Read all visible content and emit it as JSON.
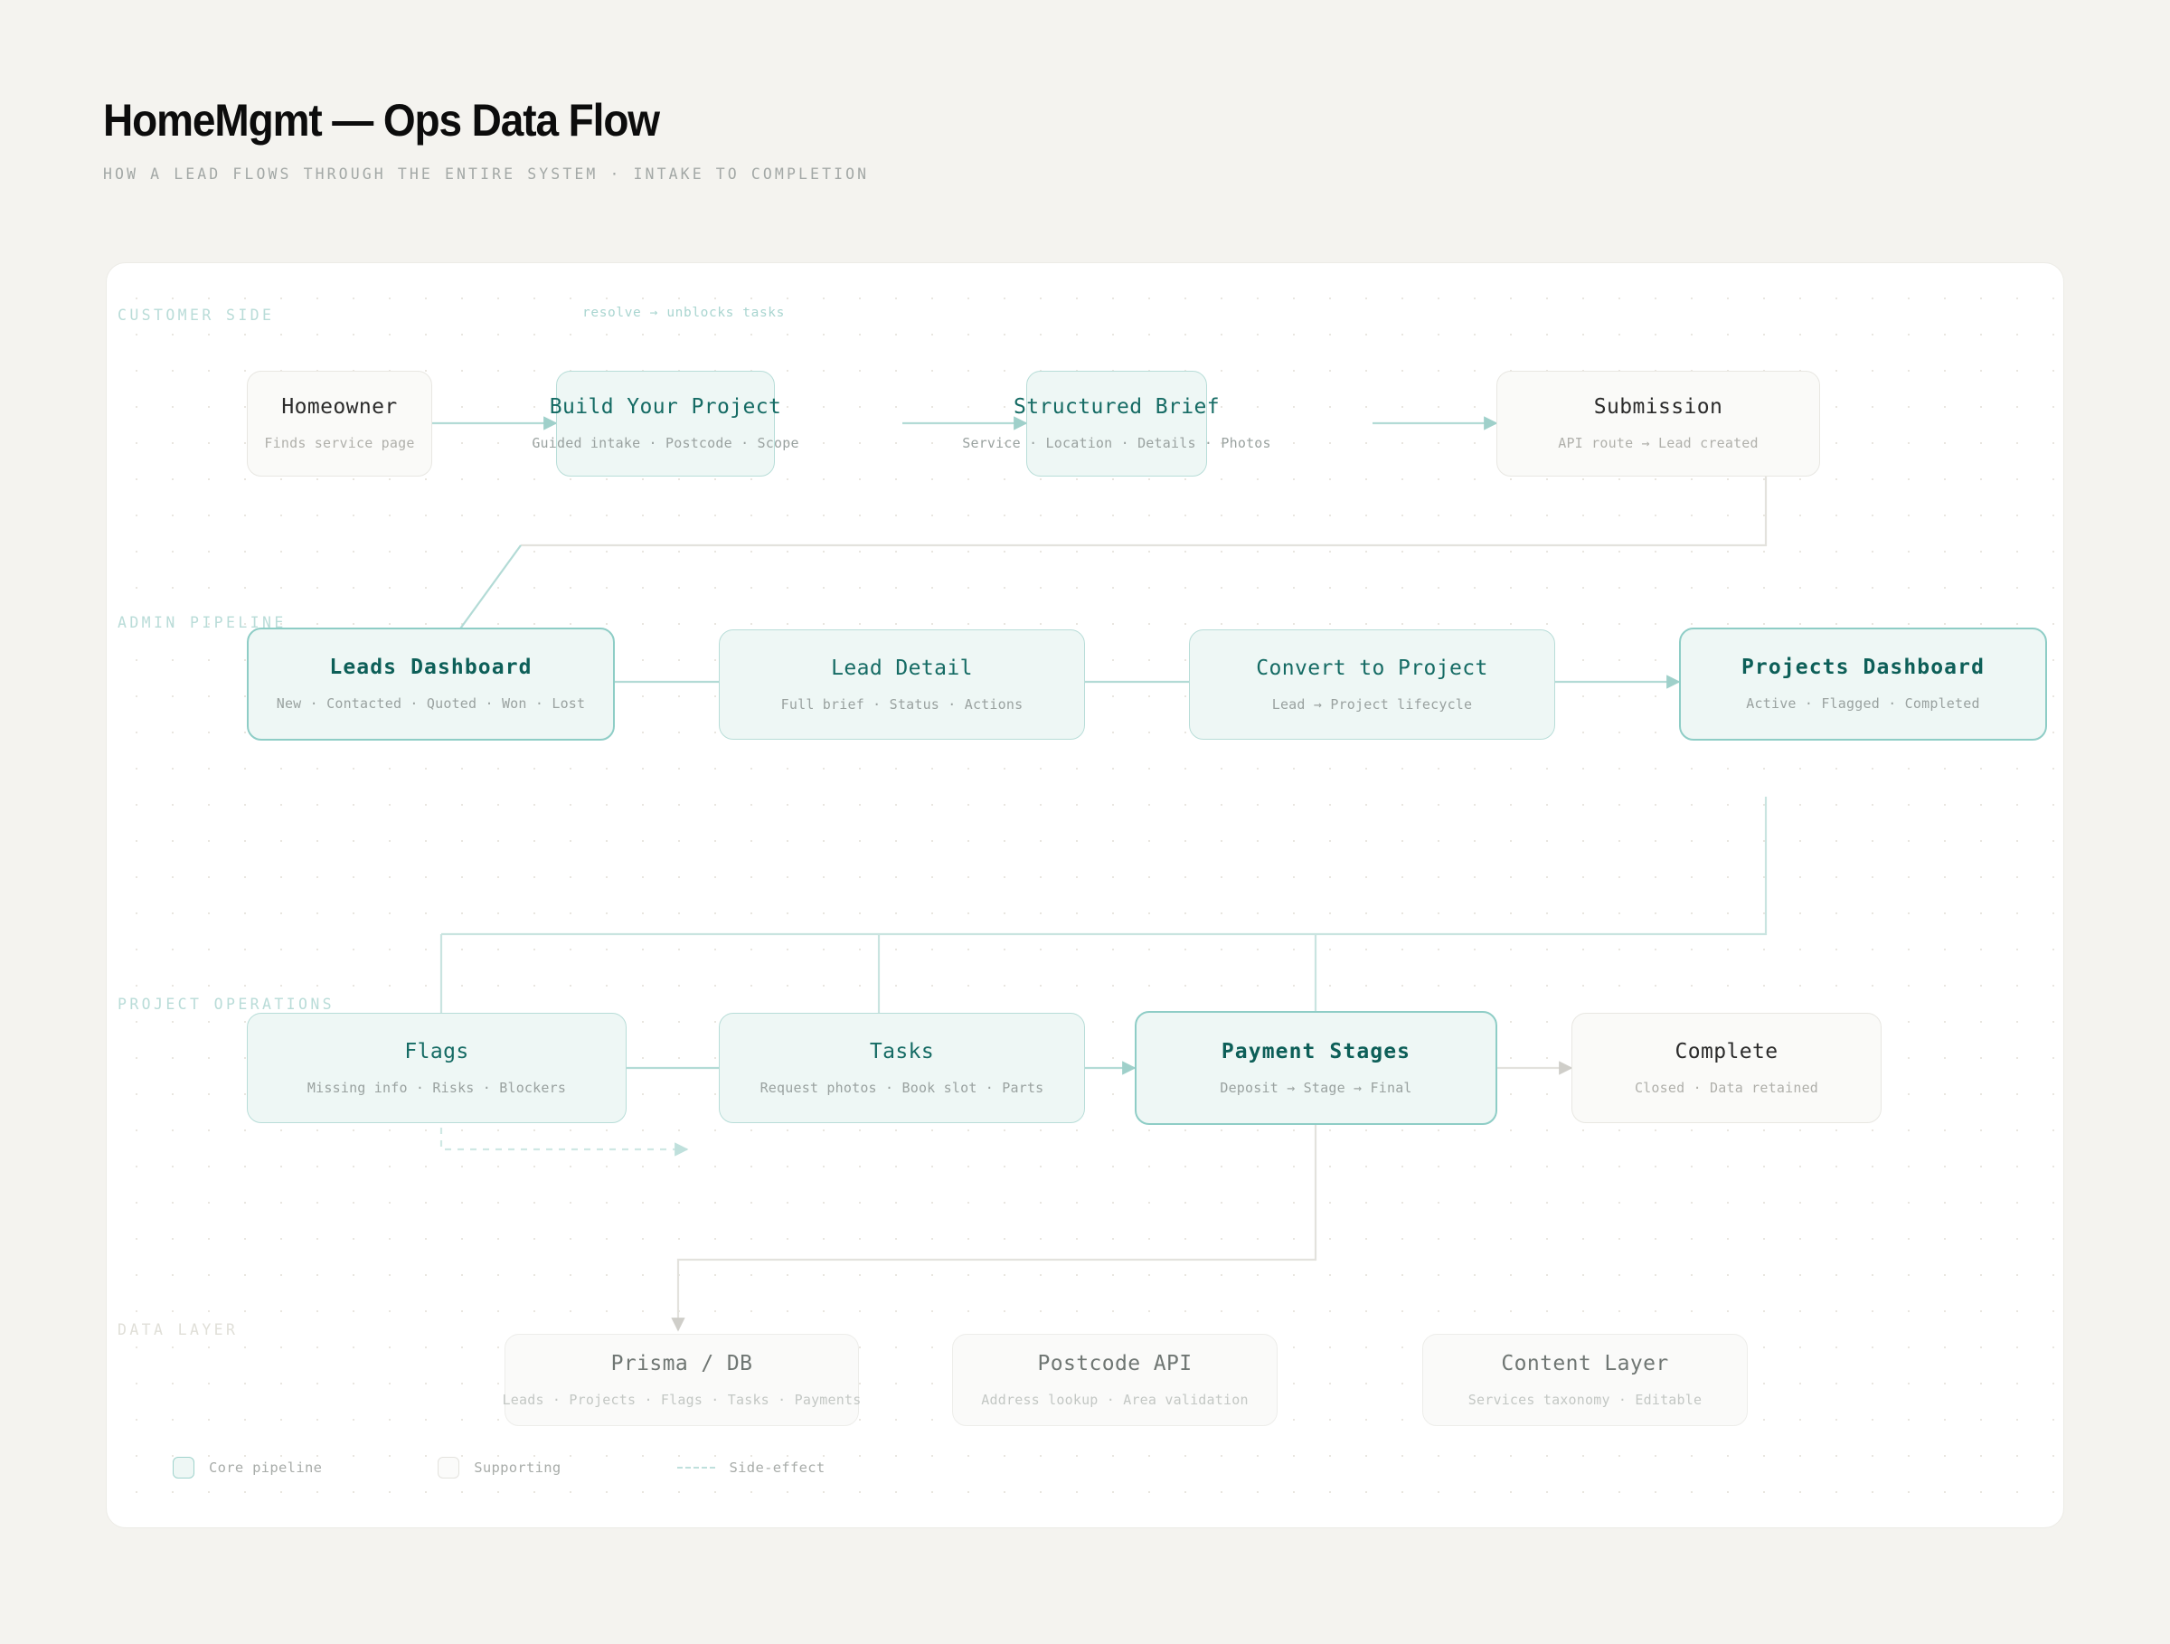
{
  "header": {
    "title": "HomeMgmt — Ops Data Flow",
    "subtitle": "HOW A LEAD FLOWS THROUGH THE ENTIRE SYSTEM · INTAKE TO COMPLETION"
  },
  "sections": [
    {
      "key": "customer",
      "label": "CUSTOMER SIDE"
    },
    {
      "key": "admin",
      "label": "ADMIN PIPELINE"
    },
    {
      "key": "project",
      "label": "PROJECT OPERATIONS"
    },
    {
      "key": "data",
      "label": "DATA LAYER"
    }
  ],
  "nodes": {
    "homeowner": {
      "title": "Homeowner",
      "sub": "Finds service page"
    },
    "build_project": {
      "title": "Build Your Project",
      "sub": "Guided intake · Postcode · Scope"
    },
    "structured_brief": {
      "title": "Structured Brief",
      "sub": "Service · Location · Details · Photos"
    },
    "submission": {
      "title": "Submission",
      "sub": "API route → Lead created"
    },
    "leads_dashboard": {
      "title": "Leads Dashboard",
      "sub": "New · Contacted · Quoted · Won · Lost"
    },
    "lead_detail": {
      "title": "Lead Detail",
      "sub": "Full brief · Status · Actions"
    },
    "convert_project": {
      "title": "Convert to Project",
      "sub": "Lead → Project lifecycle"
    },
    "projects_dash": {
      "title": "Projects Dashboard",
      "sub": "Active · Flagged · Completed"
    },
    "flags": {
      "title": "Flags",
      "sub": "Missing info · Risks · Blockers"
    },
    "tasks": {
      "title": "Tasks",
      "sub": "Request photos · Book slot · Parts"
    },
    "payment_stages": {
      "title": "Payment Stages",
      "sub": "Deposit → Stage → Final"
    },
    "complete": {
      "title": "Complete",
      "sub": "Closed · Data retained"
    },
    "prisma_db": {
      "title": "Prisma / DB",
      "sub": "Leads · Projects · Flags · Tasks · Payments"
    },
    "postcode_api": {
      "title": "Postcode API",
      "sub": "Address lookup · Area validation"
    },
    "content_layer": {
      "title": "Content Layer",
      "sub": "Services taxonomy · Editable"
    }
  },
  "edge_labels": {
    "flags_to_tasks": "resolve → unblocks tasks"
  },
  "legend": [
    {
      "key": "core",
      "label": "Core pipeline"
    },
    {
      "key": "supporting",
      "label": "Supporting"
    },
    {
      "key": "side_effect",
      "label": "Side-effect"
    }
  ],
  "colors": {
    "page_bg": "#f4f3ef",
    "canvas_bg": "#ffffff",
    "core_fill": "#eef7f5",
    "core_border": "#b8ddd8",
    "core_border_emph": "#8ecdc6",
    "core_title": "#156b64",
    "emph_title": "#0d5f58",
    "support_fill": "#fafaf8",
    "support_border": "#e8e7e2",
    "teal_edge": "#b3dbd6",
    "gray_edge": "#e3e2dd",
    "section_teal": "#b9dcd8",
    "section_gray": "#e0dfd8"
  }
}
